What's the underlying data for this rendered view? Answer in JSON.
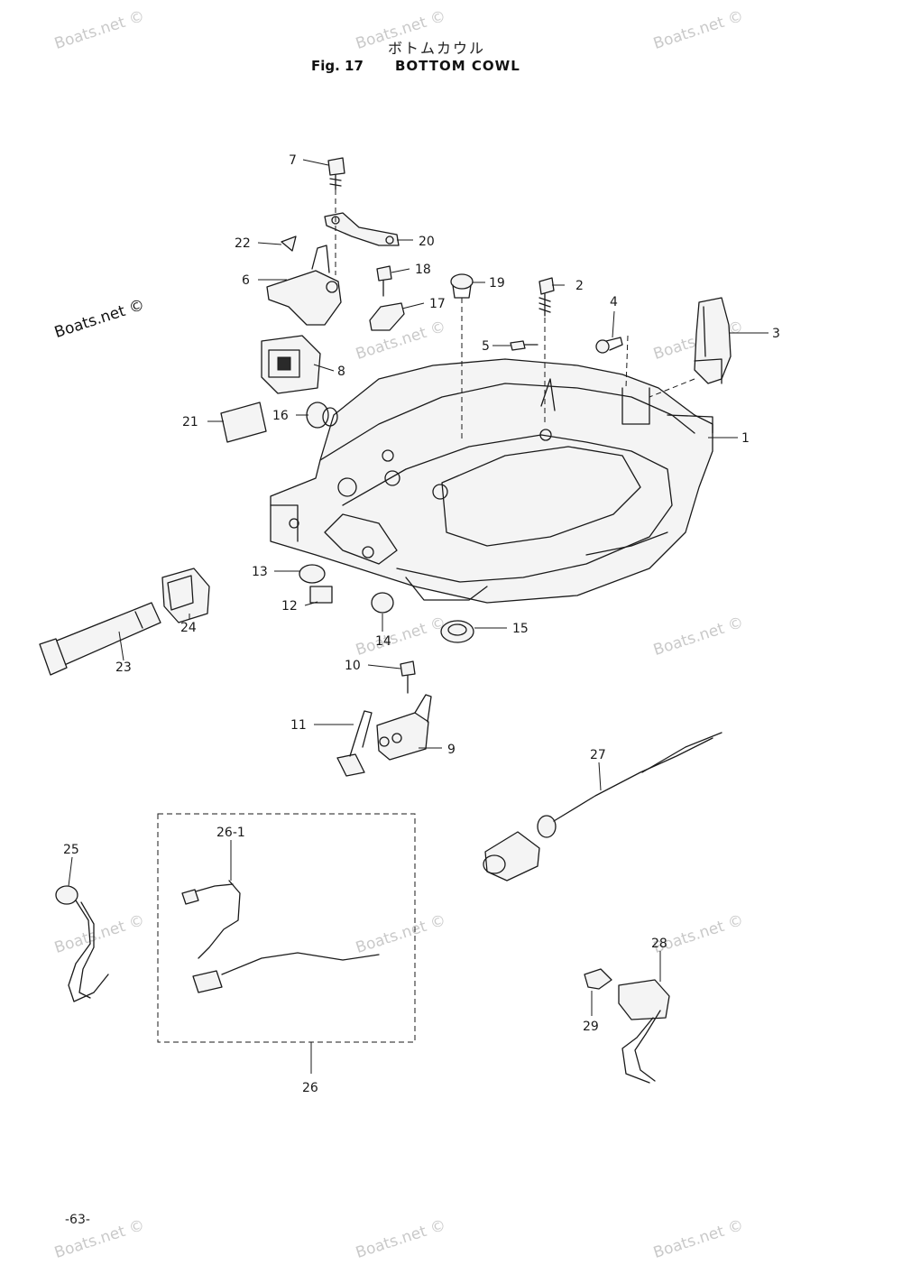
{
  "header": {
    "title_jp": "ボトムカウル",
    "fig_label": "Fig. 17",
    "fig_title": "BOTTOM COWL"
  },
  "footer": {
    "page_number": "-63-"
  },
  "watermark": {
    "text": "Boats.net ©",
    "dark_text": "Boats.net ©"
  },
  "callouts": {
    "c1": "1",
    "c2": "2",
    "c3": "3",
    "c4": "4",
    "c5": "5",
    "c6": "6",
    "c7": "7",
    "c8": "8",
    "c9": "9",
    "c10": "10",
    "c11": "11",
    "c12": "12",
    "c13": "13",
    "c14": "14",
    "c15": "15",
    "c16": "16",
    "c17": "17",
    "c18": "18",
    "c19": "19",
    "c20": "20",
    "c21": "21",
    "c22": "22",
    "c23": "23",
    "c24": "24",
    "c25": "25",
    "c26": "26",
    "c26_1": "26-1",
    "c27": "27",
    "c28": "28",
    "c29": "29"
  },
  "colors": {
    "ink": "#1a1a1a",
    "watermark": "#c9c9c9",
    "background": "#ffffff"
  }
}
